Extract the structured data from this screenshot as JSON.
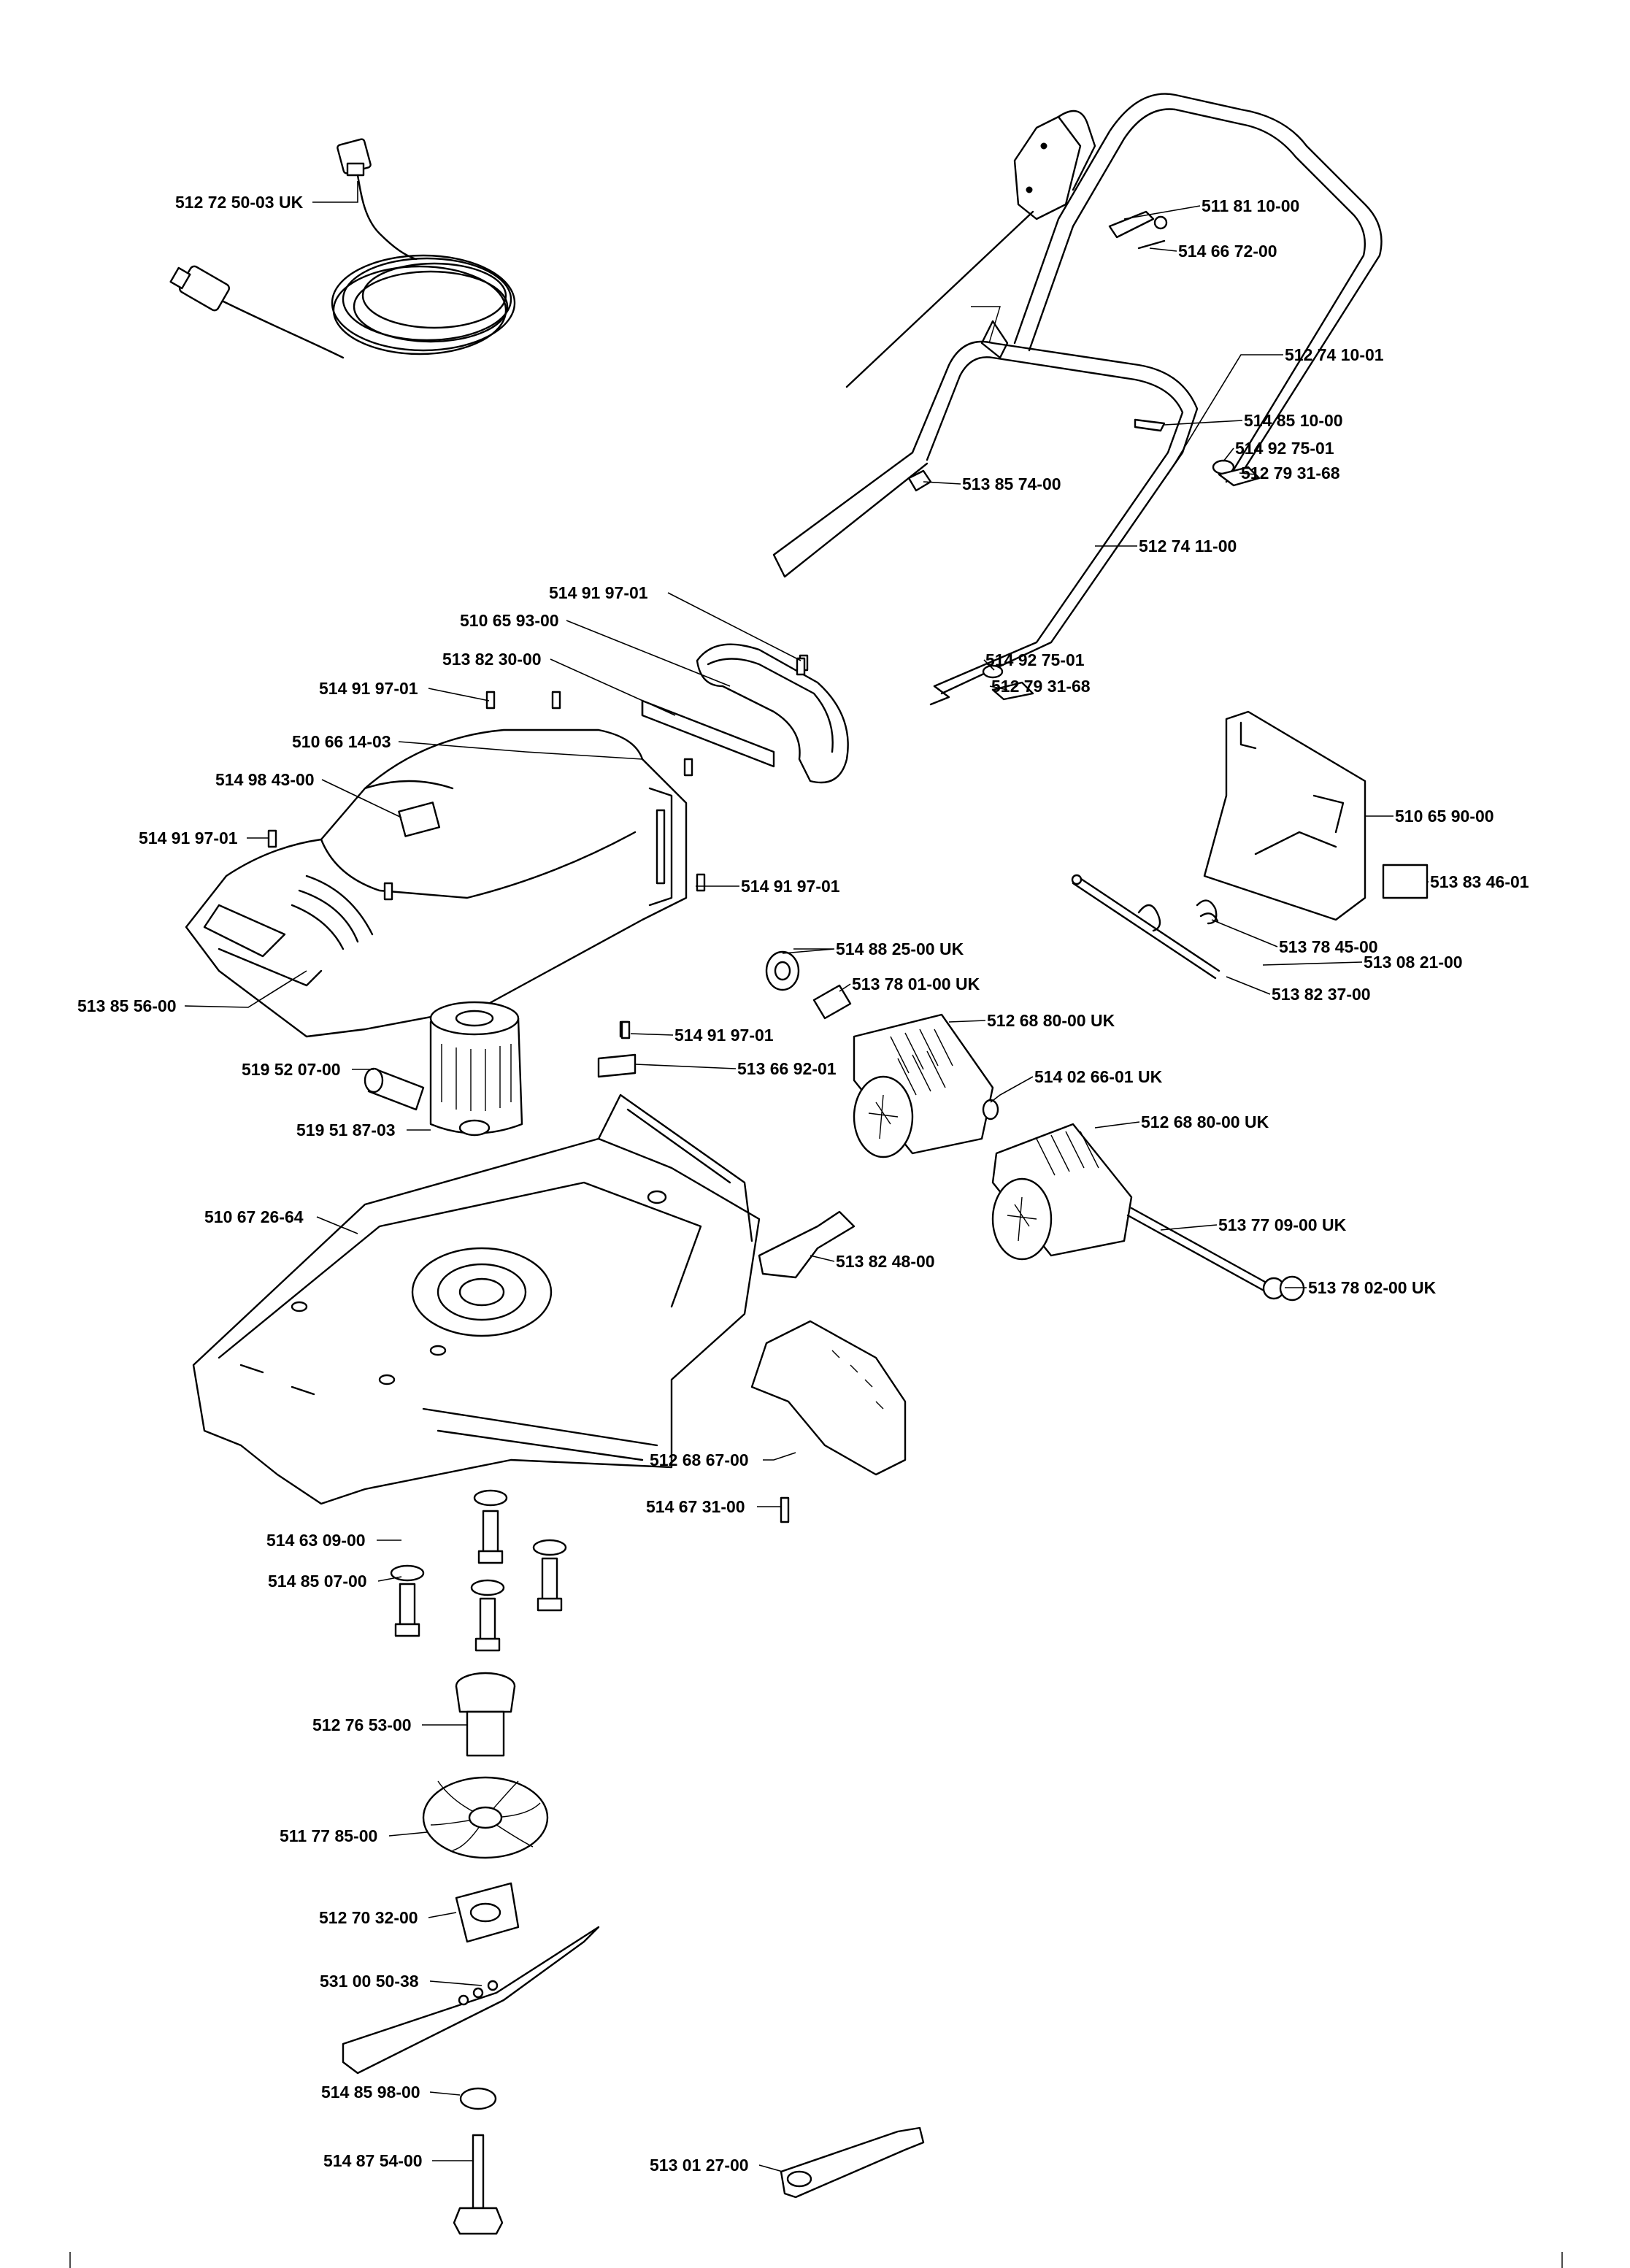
{
  "labels": {
    "cable": "512 72 50-03 UK",
    "handle_bracket": "511 81 10-00",
    "handle_screw": "514 66 72-00",
    "upper_handle": "512 74 10-01",
    "handle_bolt": "514 85 10-00",
    "washer_upper": "514 92 75-01",
    "knob_upper": "512 79 31-68",
    "cable_clip": "513 85 74-00",
    "lower_handle": "512 74 11-00",
    "screw_carry_handle": "514 91 97-01",
    "carry_handle": "510 65 93-00",
    "carry_strip": "513 82 30-00",
    "washer_lower": "514 92 75-01",
    "knob_lower": "512 79 31-68",
    "screw_hood_left": "514 91 97-01",
    "hood": "510 66 14-03",
    "hood_decal": "514 98 43-00",
    "screw_hood_front": "514 91 97-01",
    "screw_hood_right": "514 91 97-01",
    "rear_flap": "510 65 90-00",
    "flap_decal": "513 83 46-01",
    "hood_front_decal": "513 85 56-00",
    "bearing": "514 88 25-00 UK",
    "bearing_holder": "513 78 01-00 UK",
    "roller_upper": "512 68 80-00 UK",
    "spring": "513 78 45-00",
    "circlip": "513 08 21-00",
    "flap_axle": "513 82 37-00",
    "screw_switch": "514 91 97-01",
    "switch": "513 66 92-01",
    "capacitor": "519 52 07-00",
    "spacer": "514 02 66-01 UK",
    "motor": "519 51 87-03",
    "roller_lower": "512 68 80-00 UK",
    "chassis": "510 67 26-64",
    "cable_hook": "513 82 48-00",
    "roller_axle": "513 77 09-00 UK",
    "axle_nut": "513 78 02-00 UK",
    "side_cover": "512 68 67-00",
    "cover_screw": "514 67 31-00",
    "motor_washer": "514 63 09-00",
    "motor_bolt": "514 85 07-00",
    "hub": "512 76 53-00",
    "fan": "511 77 85-00",
    "blade_hub": "512 70 32-00",
    "blade": "531 00 50-38",
    "blade_washer": "514 85 98-00",
    "blade_bolt": "514 87 54-00",
    "blade_key": "513 01 27-00"
  }
}
